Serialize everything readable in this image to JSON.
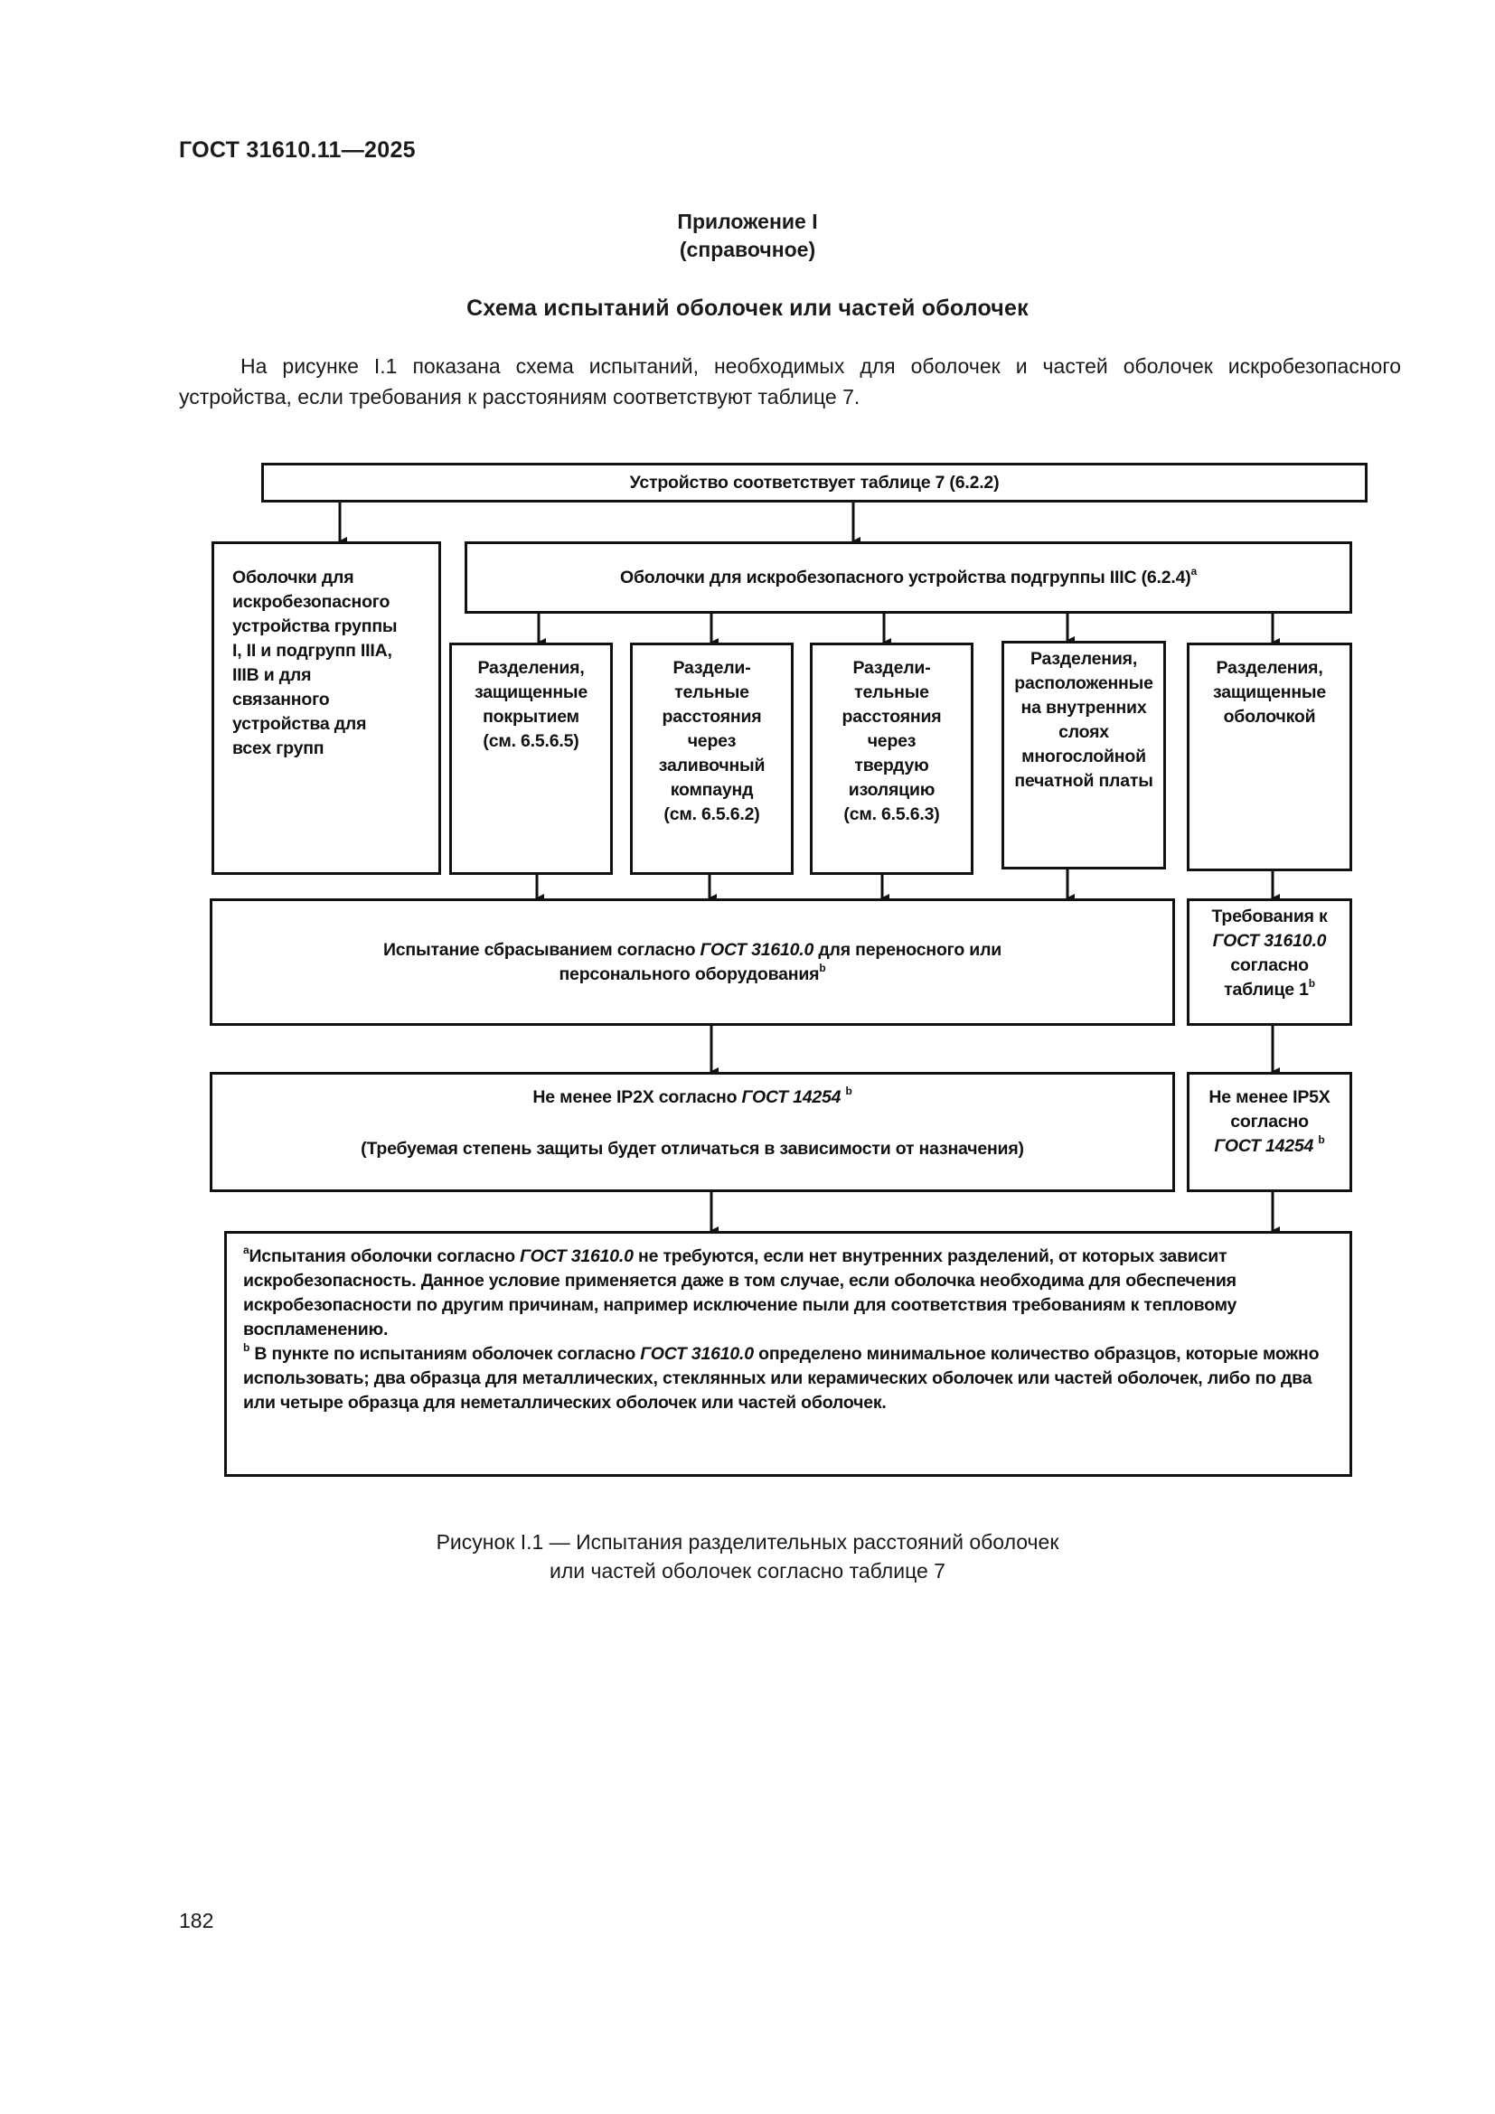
{
  "document": {
    "header": "ГОСТ 31610.11—2025",
    "annex_title": "Приложение I",
    "annex_type": "(справочное)",
    "section_title": "Схема испытаний оболочек или частей оболочек",
    "intro": "На рисунке I.1 показана схема испытаний, необходимых для оболочек и частей оболочек искробезопасного устройства, если требования к расстояниям соответствуют таблице 7.",
    "page_number": "182"
  },
  "flowchart": {
    "top": "Устройство соответствует таблице 7 (6.2.2)",
    "left_box": [
      "Оболочки для",
      "искробезопасного",
      "устройства группы",
      "I, II и подгрупп IIIA,",
      "IIIB и для",
      "связанного",
      "устройства для",
      "всех групп"
    ],
    "iic_box": "Оболочки для искробезопасного устройства подгруппы IIIС (6.2.4)",
    "iic_sup": "a",
    "col1": [
      "Разделения,",
      "защищенные",
      "покрытием",
      "(см. 6.5.6.5)"
    ],
    "col2": [
      "Раздели-",
      "тельные",
      "расстояния",
      "через",
      "заливочный",
      "компаунд",
      "(см. 6.5.6.2)"
    ],
    "col3": [
      "Раздели-",
      "тельные",
      "расстояния",
      "через",
      "твердую",
      "изоляцию",
      "(см. 6.5.6.3)"
    ],
    "col4": [
      "Разделения,",
      "расположенные",
      "на внутренних",
      "слоях",
      "многослойной",
      "печатной платы"
    ],
    "col5": [
      "Разделения,",
      "защищенные",
      "оболочкой"
    ],
    "drop": {
      "pre": "Испытание сбрасыванием согласно ",
      "std": "ГОСТ 31610.0",
      "post": " для переносного или",
      "line2": "персонального оборудования",
      "sup": "b"
    },
    "req": {
      "line1": "Требования к",
      "std": "ГОСТ 31610.0",
      "line3": "согласно",
      "line4": "таблице 1",
      "sup": "b"
    },
    "ip2x": {
      "pre": "Не менее IP2X согласно ",
      "std": "ГОСТ 14254",
      "sup": "b",
      "note": "(Требуемая степень защиты будет отличаться в зависимости от назначения)"
    },
    "ip5x": {
      "line1": "Не менее IP5X",
      "line2": "согласно",
      "std": "ГОСТ 14254",
      "sup": "b"
    },
    "notes": {
      "a_sup": "a",
      "a_pre": "Испытания оболочки согласно ",
      "a_std": "ГОСТ 31610.0",
      "a_post": " не требуются, если нет внутренних разделений, от которых зависит искробезопасность. Данное условие применяется даже в том случае, если оболочка необходима для обеспечения искробезопасности по другим причинам, например исключение пыли для соответствия требованиям к тепловому воспламенению.",
      "b_sup": "b",
      "b_pre": " В пункте по испытаниям оболочек согласно ",
      "b_std": "ГОСТ 31610.0",
      "b_post": " определено минимальное количество образцов, которые можно использовать; два образца для металлических, стеклянных или керамических оболочек или частей оболочек, либо по два или четыре образца для неметаллических оболочек или частей оболочек."
    }
  },
  "caption": {
    "line1": "Рисунок I.1 — Испытания разделительных расстояний оболочек",
    "line2": "или частей оболочек согласно таблице 7"
  }
}
